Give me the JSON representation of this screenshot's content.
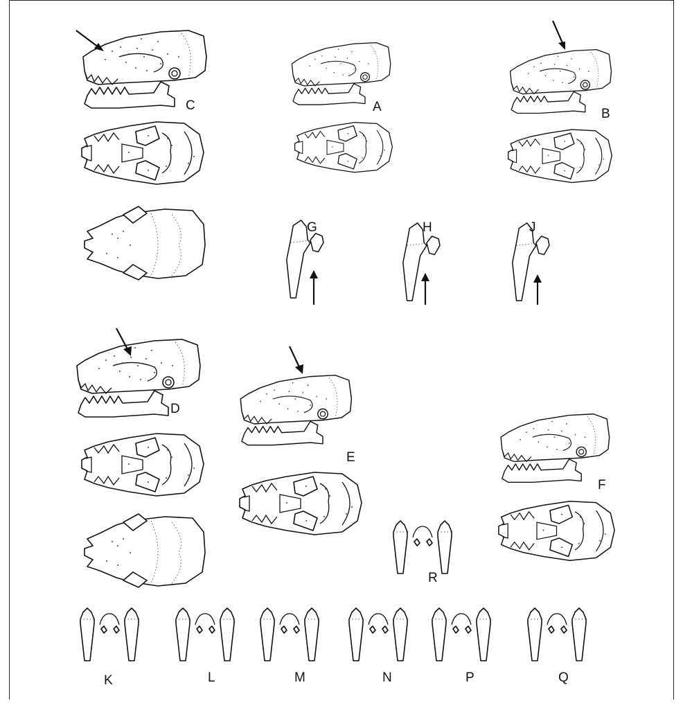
{
  "figure": {
    "panel_labels": {
      "C": "C",
      "A": "A",
      "B": "B",
      "G": "G",
      "H": "H",
      "J": "J",
      "D": "D",
      "E": "E",
      "F": "F",
      "R": "R",
      "K": "K",
      "L": "L",
      "M": "M",
      "N": "N",
      "P": "P",
      "Q": "Q"
    },
    "arrows": [
      "arrow-c",
      "arrow-b",
      "arrow-g",
      "arrow-h",
      "arrow-j",
      "arrow-d",
      "arrow-e"
    ],
    "line_color": "#111111",
    "background": "#ffffff"
  }
}
